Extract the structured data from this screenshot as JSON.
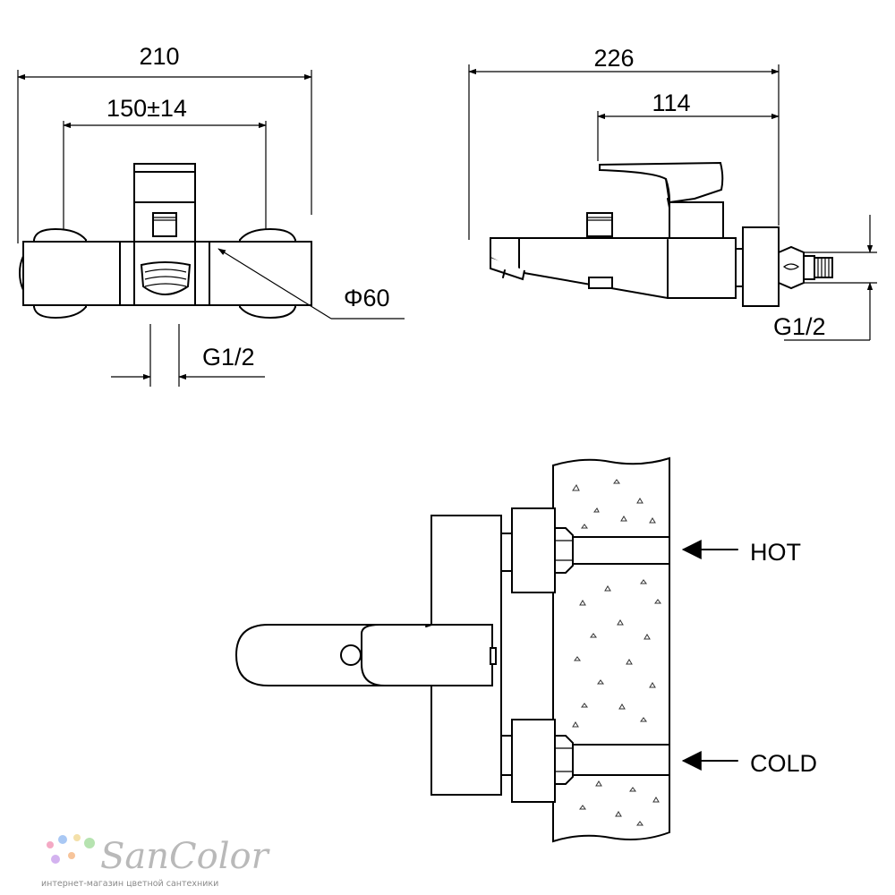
{
  "front_view": {
    "dim_overall": "210",
    "dim_centers": "150±14",
    "dim_diameter": "Φ60",
    "dim_thread": "G1/2"
  },
  "side_view": {
    "dim_overall": "226",
    "dim_spout": "114",
    "dim_thread": "G1/2"
  },
  "install_view": {
    "hot_label": "HOT",
    "cold_label": "COLD"
  },
  "watermark": {
    "brand": "SanColor",
    "tagline": "интернет-магазин цветной сантехники",
    "dot_colors": [
      "#f4a9c4",
      "#a9c8f4",
      "#f4e0a9",
      "#b6e3b0",
      "#d3b2ef",
      "#f7c49a"
    ]
  }
}
